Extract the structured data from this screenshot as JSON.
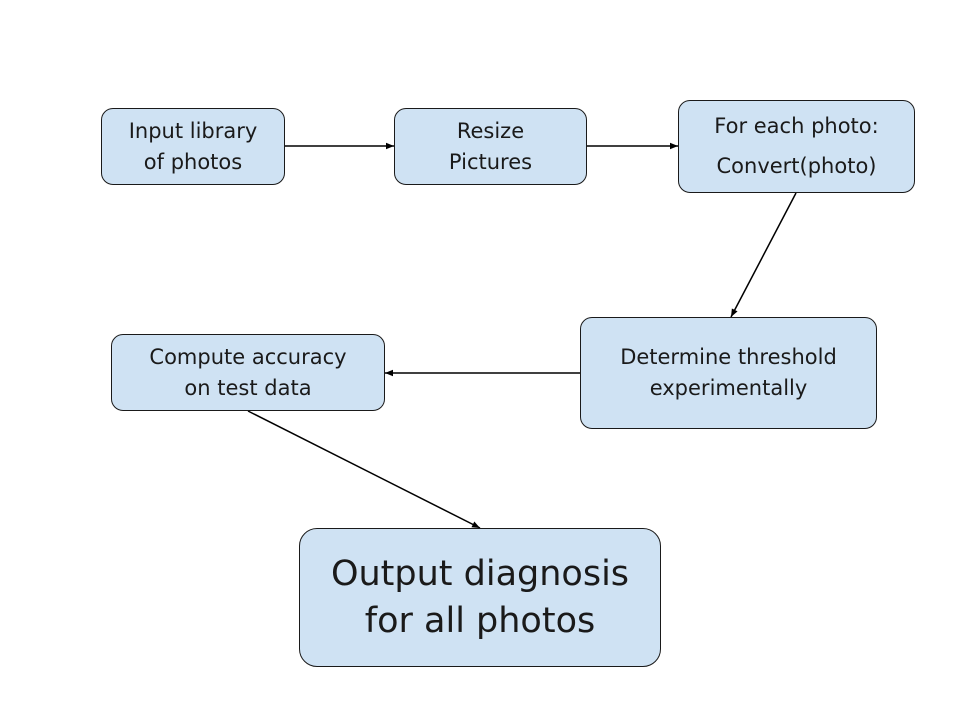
{
  "diagram": {
    "nodes": [
      {
        "id": "n1",
        "lines": [
          "Input library",
          "of photos"
        ]
      },
      {
        "id": "n2",
        "lines": [
          "Resize",
          "Pictures"
        ]
      },
      {
        "id": "n3",
        "lines": [
          "For each photo:",
          "Convert(photo)"
        ]
      },
      {
        "id": "n4",
        "lines": [
          "Determine threshold",
          "experimentally"
        ]
      },
      {
        "id": "n5",
        "lines": [
          "Compute accuracy",
          "on test data"
        ]
      },
      {
        "id": "n6",
        "lines": [
          "Output diagnosis",
          "for all photos"
        ]
      }
    ],
    "edges": [
      {
        "from": "n1",
        "to": "n2"
      },
      {
        "from": "n2",
        "to": "n3"
      },
      {
        "from": "n3",
        "to": "n4"
      },
      {
        "from": "n4",
        "to": "n5"
      },
      {
        "from": "n5",
        "to": "n6"
      }
    ],
    "colors": {
      "node_fill": "#cfe2f3",
      "node_border": "#1a1a1a",
      "edge": "#000000"
    }
  }
}
